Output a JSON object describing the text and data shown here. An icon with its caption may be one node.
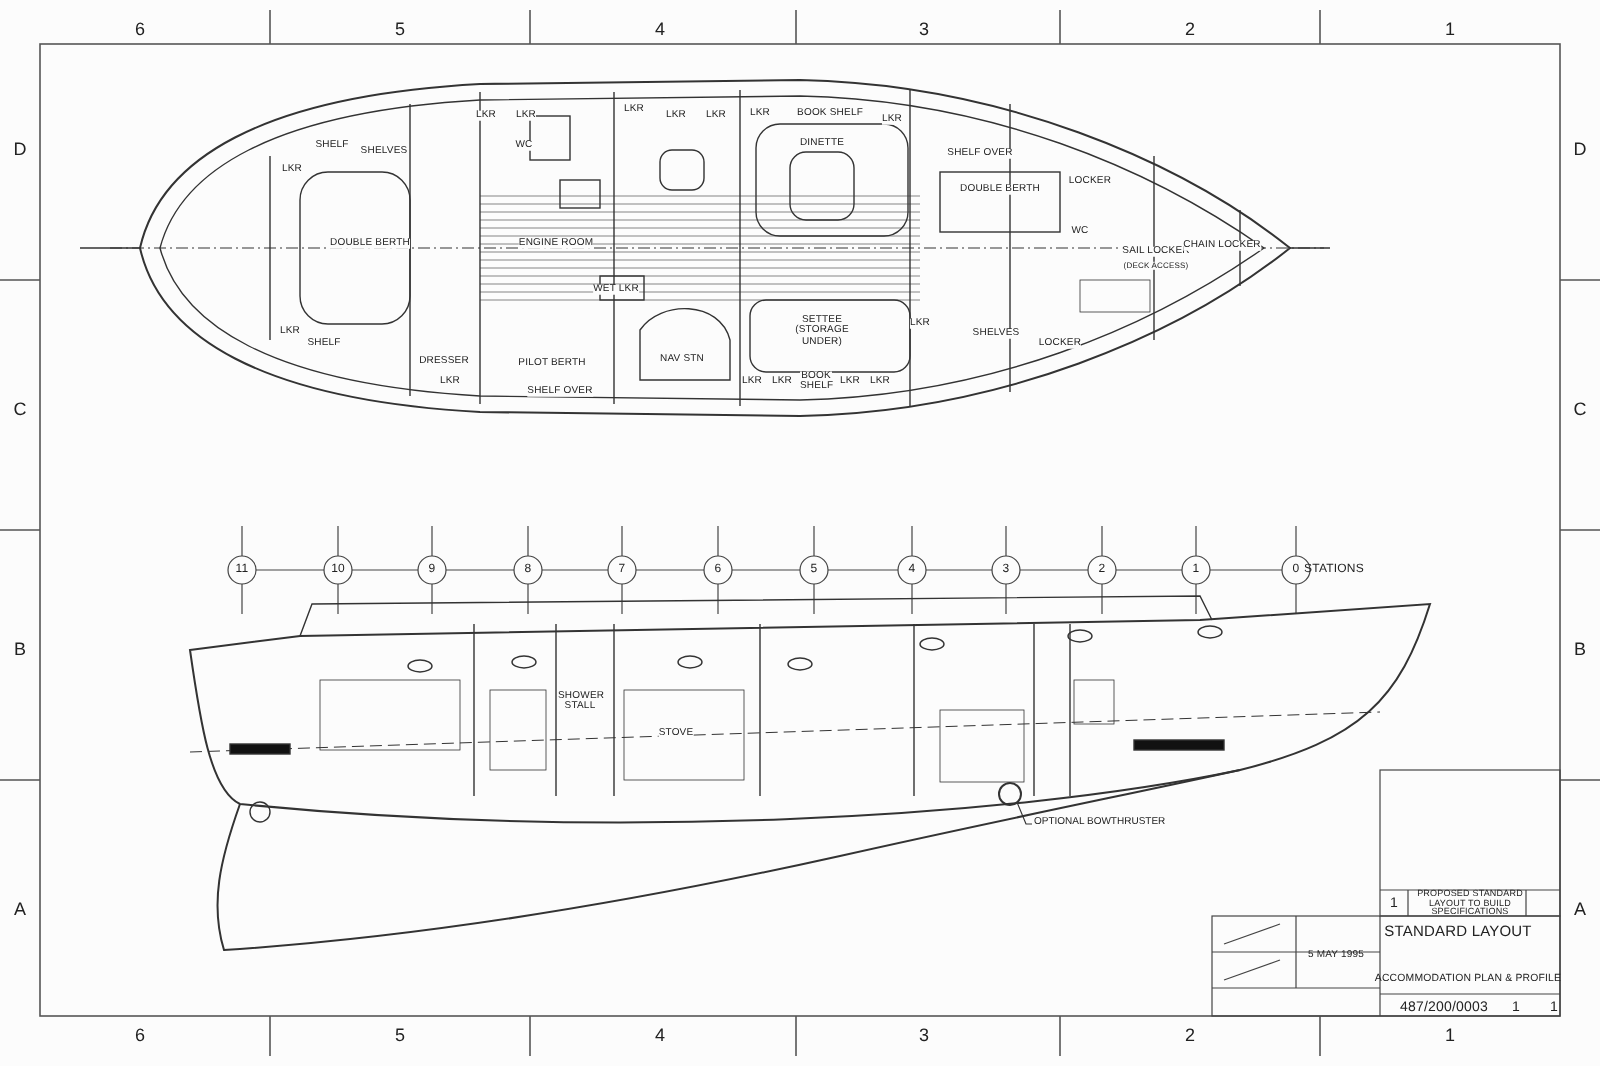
{
  "diagram": {
    "nodes": [
      {
        "text": [
          "OPTIONAL BOWTHRUSTER"
        ]
      },
      {
        "text": [],
        "shape": "circle"
      }
    ],
    "edges": [
      {
        "from": 0,
        "to": 1,
        "arrow": "none"
      }
    ],
    "labels": [
      "6",
      "5",
      "4",
      "3",
      "2",
      "1",
      "D",
      "D",
      "LKR",
      "LKR",
      "LKR",
      "LKR",
      "LKR",
      "LKR",
      "BOOK SHELF",
      "LKR",
      "SHELF",
      "SHELVES",
      "WC",
      "DINETTE",
      "SHELF OVER",
      "LKR",
      "LOCKER",
      "DOUBLE BERTH",
      "WC",
      "DOUBLE BERTH",
      "ENGINE ROOM",
      "SAIL LOCKER",
      "(DECK ACCESS)",
      "CHAIN LOCKER",
      "WET LKR",
      "C",
      "C",
      "LKR",
      "SETTEE (STORAGE UNDER)",
      "LKR",
      "SHELVES",
      "SHELF",
      "LOCKER",
      "DRESSER",
      "PILOT BERTH",
      "NAV STN",
      "LKR",
      "LKR",
      "LKR",
      "BOOK SHELF",
      "LKR",
      "LKR",
      "SHELF OVER",
      "11",
      "10",
      "9",
      "8",
      "7",
      "6",
      "5",
      "4",
      "3",
      "2",
      "1",
      "0",
      "STATIONS",
      "B",
      "B",
      "SHOWER STALL",
      "STOVE",
      "A",
      "A",
      "1",
      "PROPOSED STANDARD LAYOUT TO BUILD SPECIFICATIONS",
      "STANDARD LAYOUT",
      "5 MAY 1995",
      "ACCOMMODATION PLAN & PROFILE",
      "487/200/0003",
      "1",
      "1",
      "6",
      "5",
      "4",
      "3",
      "2",
      "1"
    ]
  }
}
